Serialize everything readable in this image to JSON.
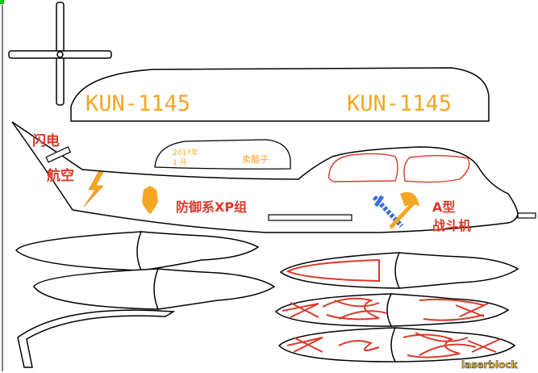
{
  "colors": {
    "outline": "#000000",
    "orange": "#f5a623",
    "red": "#d93a2b",
    "blue": "#3a6fd8",
    "laser_shadow": "#1a1a1a",
    "corner": "#00cc00"
  },
  "wing": {
    "label_left": "KUN-1145",
    "label_right": "KUN-1145"
  },
  "fuselage": {
    "top_left_text_1": "闪电",
    "top_left_text_2": "航空",
    "canopy_date": "2017年",
    "canopy_sub": "1 月",
    "canopy_name": "卖酷子",
    "badge_text": "防御系XP组",
    "type_line_1": "A型",
    "type_line_2": "战斗机"
  },
  "watermark": "laserblock",
  "icons": [
    "propeller-icon",
    "lightning-icon",
    "shield-badge-icon",
    "crossed-tools-icon"
  ]
}
